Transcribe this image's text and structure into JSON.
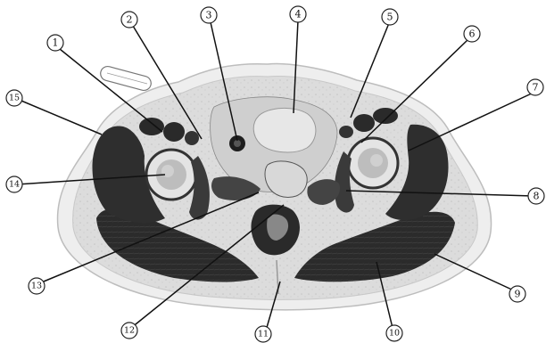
{
  "figure": {
    "image_description": "Grayscale axial cross-section through the human pelvis at hip level with 15 numbered callout lines",
    "colors": {
      "background": "#ffffff",
      "skin": "#e9e9e9",
      "fat": "#d6d6d6",
      "muscle": "#2a2a2a",
      "bone": "#b8b8b8",
      "leader": "#111111"
    }
  },
  "labels": [
    {
      "id": 1,
      "text": "1"
    },
    {
      "id": 2,
      "text": "2"
    },
    {
      "id": 3,
      "text": "3"
    },
    {
      "id": 4,
      "text": "4"
    },
    {
      "id": 5,
      "text": "5"
    },
    {
      "id": 6,
      "text": "6"
    },
    {
      "id": 7,
      "text": "7"
    },
    {
      "id": 8,
      "text": "8"
    },
    {
      "id": 9,
      "text": "9"
    },
    {
      "id": 10,
      "text": "10"
    },
    {
      "id": 11,
      "text": "11"
    },
    {
      "id": 12,
      "text": "12"
    },
    {
      "id": 13,
      "text": "13"
    },
    {
      "id": 14,
      "text": "14"
    },
    {
      "id": 15,
      "text": "15"
    }
  ]
}
